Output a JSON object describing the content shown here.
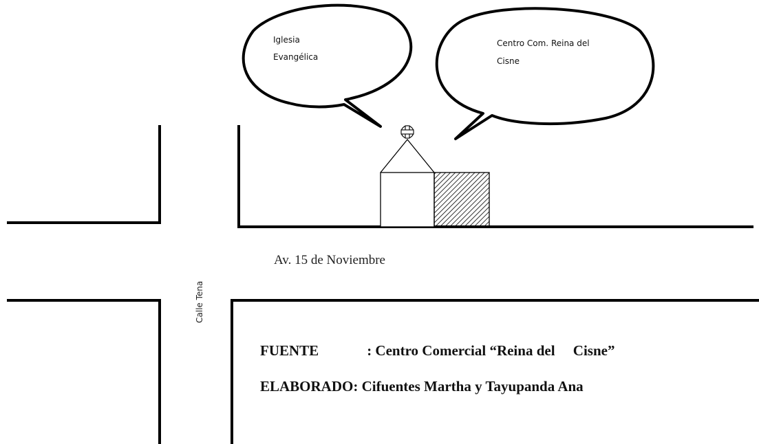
{
  "bubbles": {
    "church": {
      "line1": "Iglesia",
      "line2": "Evangélica"
    },
    "mall": {
      "line1": "Centro Com. Reina del",
      "line2": "Cisne"
    }
  },
  "streets": {
    "avenue": "Av. 15 de Noviembre",
    "side": "Calle Tena"
  },
  "caption": {
    "source_key": "FUENTE",
    "source_value": ": Centro Comercial “Reina del     Cisne”",
    "author_line": "ELABORADO: Cifuentes Martha y Tayupanda Ana"
  },
  "colors": {
    "line": "#000000",
    "background": "#ffffff"
  },
  "icons": {
    "church_cross": "cross-icon"
  }
}
